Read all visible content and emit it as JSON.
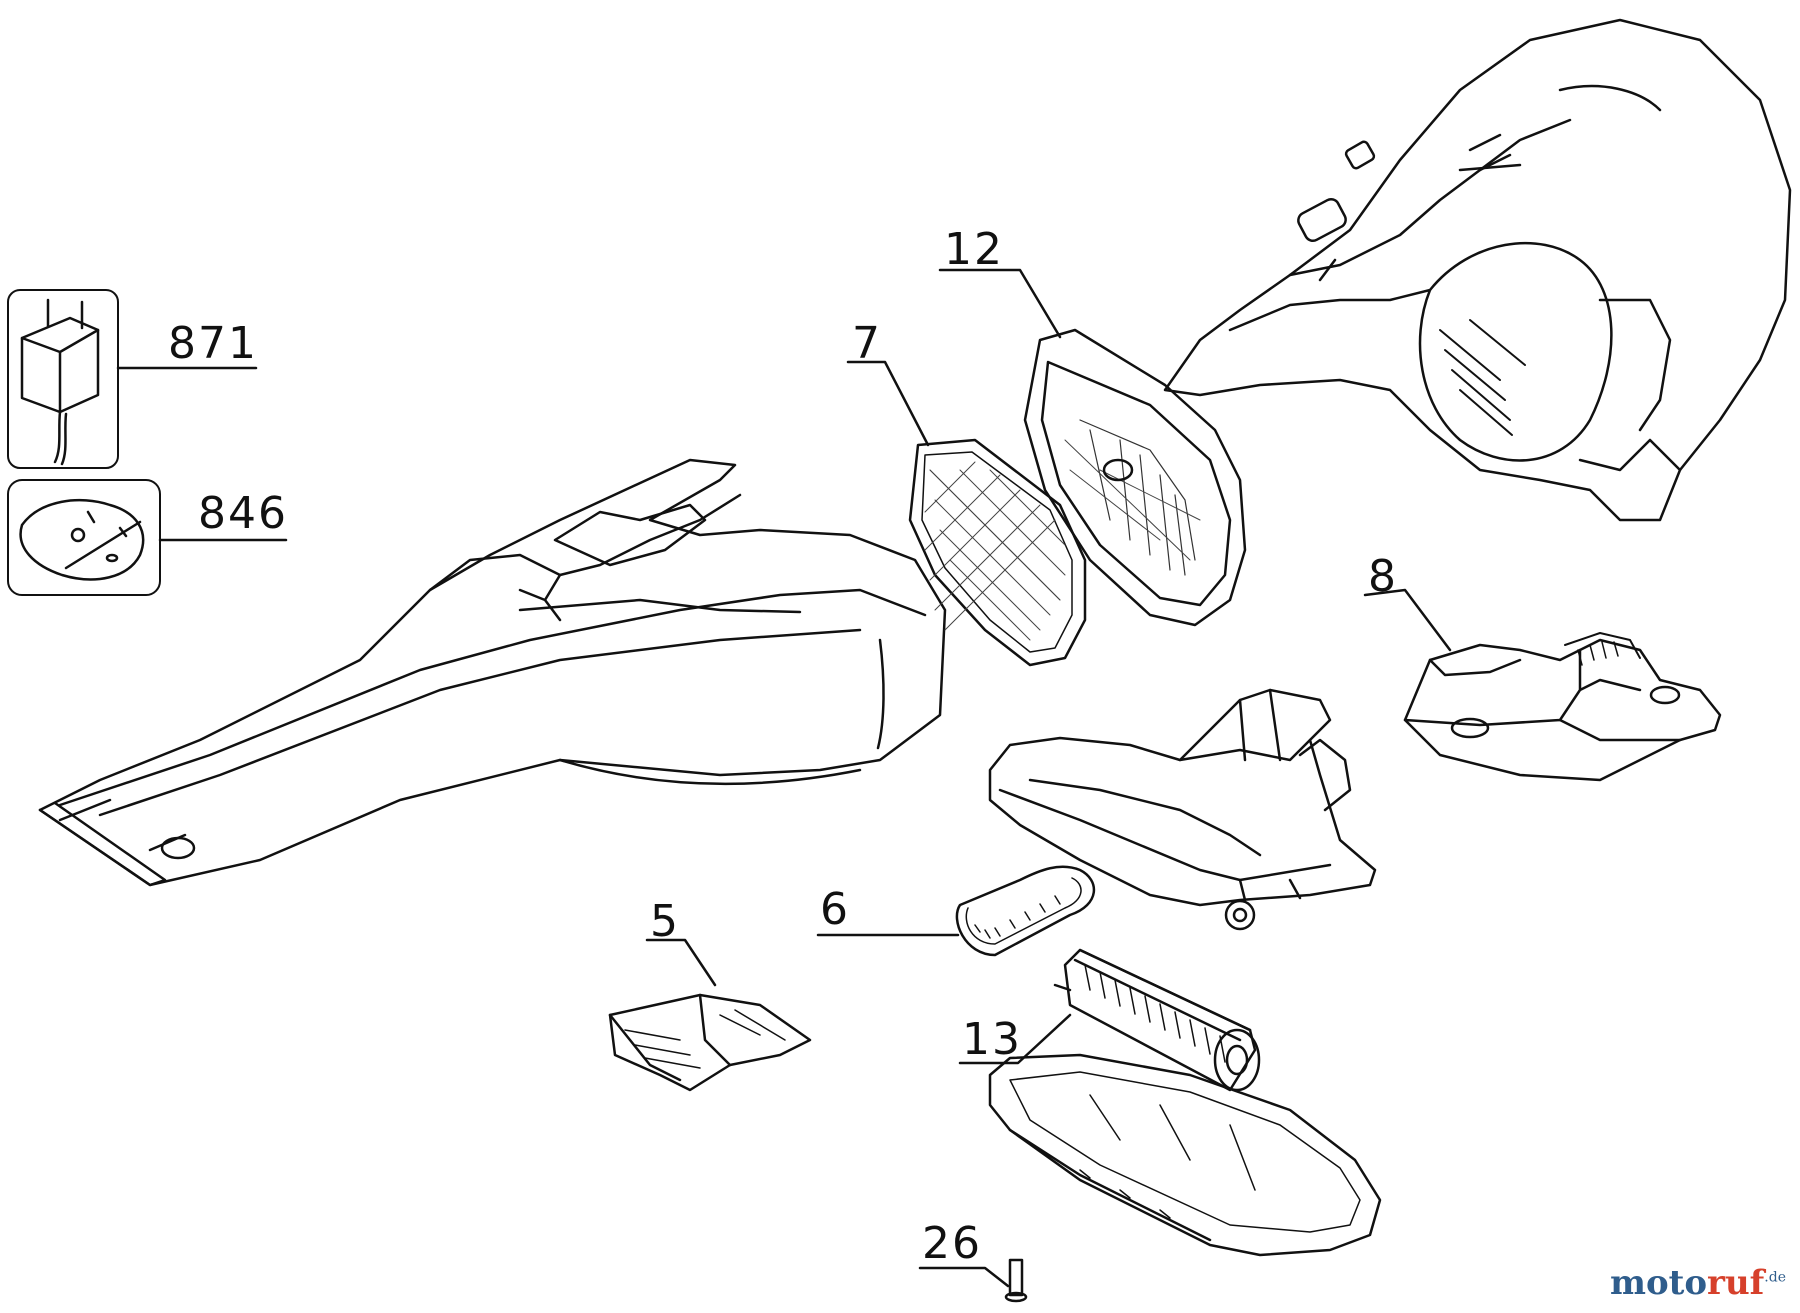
{
  "labels": {
    "p871": "871",
    "p846": "846",
    "p12": "12",
    "p7": "7",
    "p8": "8",
    "p6": "6",
    "p5": "5",
    "p13": "13",
    "p26": "26"
  },
  "watermark": {
    "part_a": "moto",
    "part_b": "ruf",
    "suffix": ".de"
  }
}
